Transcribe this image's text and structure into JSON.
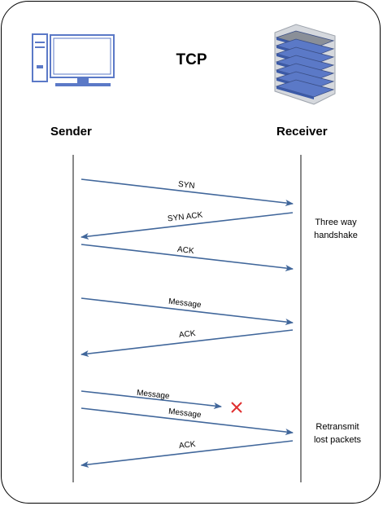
{
  "title": "TCP",
  "sender": {
    "label": "Sender",
    "icon": "desktop-computer-icon"
  },
  "receiver": {
    "label": "Receiver",
    "icon": "server-rack-icon"
  },
  "colors": {
    "arrow": "#41679b",
    "lost_mark": "#e03030",
    "lifeline": "#888888",
    "icon_blue": "#5b79c7"
  },
  "messages": [
    {
      "label": "SYN",
      "direction": "sender-to-receiver"
    },
    {
      "label": "SYN ACK",
      "direction": "receiver-to-sender"
    },
    {
      "label": "ACK",
      "direction": "sender-to-receiver"
    },
    {
      "label": "Message",
      "direction": "sender-to-receiver"
    },
    {
      "label": "ACK",
      "direction": "receiver-to-sender"
    },
    {
      "label": "Message",
      "direction": "sender-to-receiver",
      "lost": true
    },
    {
      "label": "Message",
      "direction": "sender-to-receiver"
    },
    {
      "label": "ACK",
      "direction": "receiver-to-sender"
    }
  ],
  "notes": {
    "handshake": "Three way\nhandshake",
    "retransmit": "Retransmit\nlost packets"
  }
}
